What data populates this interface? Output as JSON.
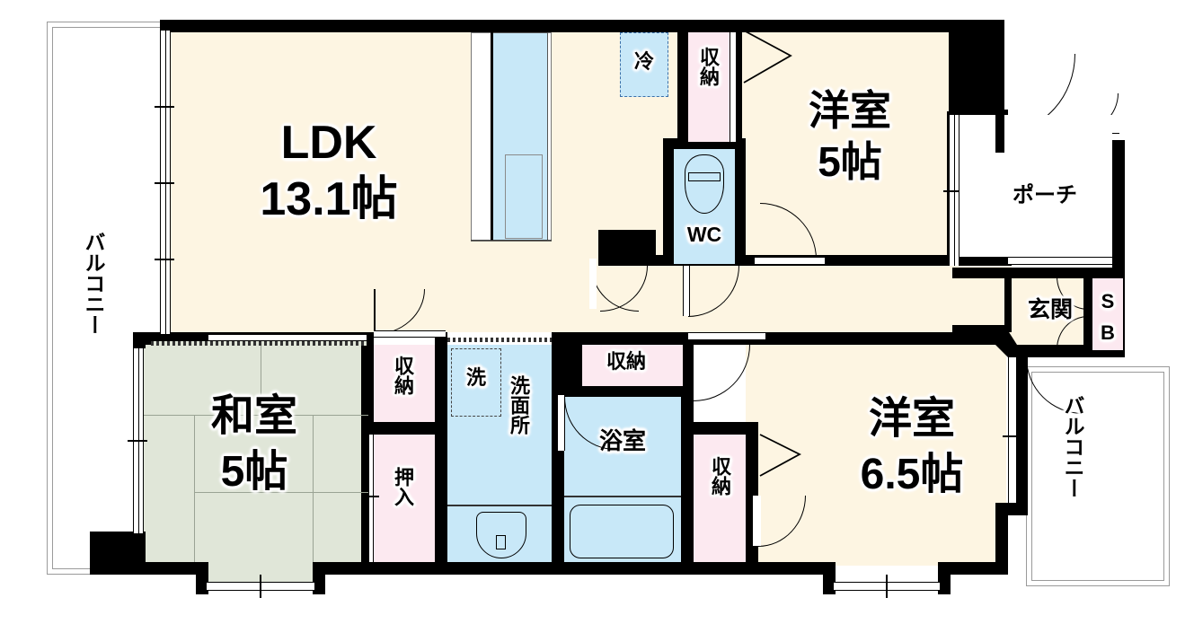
{
  "document": {
    "type": "floor-plan",
    "title": "間取り図",
    "language": "ja"
  },
  "rooms": [
    {
      "id": "ldk",
      "label": "LDK",
      "size": "13.1帖",
      "floor": "cream"
    },
    {
      "id": "washitsu",
      "label": "和室",
      "size": "5帖",
      "floor": "tatami"
    },
    {
      "id": "yoshitsu5",
      "label": "洋室",
      "size": "5帖",
      "floor": "cream"
    },
    {
      "id": "yoshitsu65",
      "label": "洋室",
      "size": "6.5帖",
      "floor": "cream"
    }
  ],
  "labels": {
    "ldk": "LDK",
    "ldk_size": "13.1帖",
    "washitsu": "和室",
    "washitsu_size": "5帖",
    "yoshitsu_top": "洋室",
    "yoshitsu_top_size": "5帖",
    "yoshitsu_bottom": "洋室",
    "yoshitsu_bottom_size": "6.5帖",
    "wc": "WC",
    "refrigerator": "冷",
    "washer": "洗",
    "washroom": "洗面所",
    "bathroom": "浴室",
    "closet": "収納",
    "oshiire": "押入",
    "entrance": "玄関",
    "porch": "ポーチ",
    "shoe_box": "SB",
    "balcony": "バルコニー"
  },
  "closets": [
    {
      "name": "closet-ldk-north",
      "label": "収納"
    },
    {
      "name": "closet-washitsu",
      "label": "収納"
    },
    {
      "name": "closet-hall",
      "label": "収納"
    },
    {
      "name": "closet-bedroom65",
      "label": "収納"
    },
    {
      "name": "oshiire-washitsu",
      "label": "押入"
    }
  ],
  "balconies": [
    {
      "name": "balcony-west",
      "label": "バルコニー"
    },
    {
      "name": "balcony-east",
      "label": "バルコニー"
    }
  ],
  "fixtures": [
    {
      "name": "refrigerator-space",
      "label": "冷"
    },
    {
      "name": "washing-machine-space",
      "label": "洗"
    },
    {
      "name": "toilet",
      "label": "WC"
    },
    {
      "name": "bathtub",
      "label": ""
    },
    {
      "name": "sink-vanity",
      "label": ""
    },
    {
      "name": "kitchen-counter",
      "label": ""
    }
  ],
  "colors": {
    "floor_cream": "#fdf5e2",
    "floor_tatami": "#e0e6d8",
    "closet_pink": "#fce9f0",
    "water_blue": "#c8e8f8",
    "wall_black": "#000000",
    "outline_gray": "#8a8a8a",
    "background": "#ffffff"
  }
}
